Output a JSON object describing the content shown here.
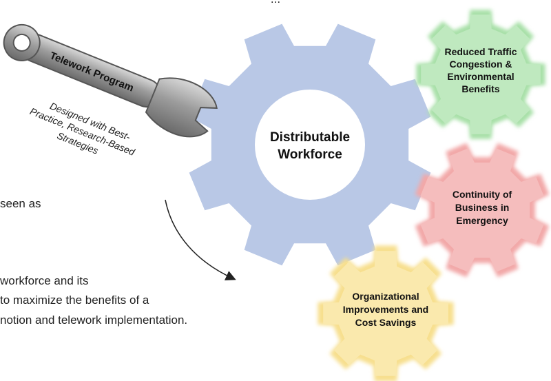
{
  "top_text_partial": "...",
  "center_gear": {
    "label_line1": "Distributable",
    "label_line2": "Workforce",
    "color": "#b9c8e6"
  },
  "wrench": {
    "label": "Telework Program",
    "subtitle_lines": [
      "Designed with Best-",
      "Practice, Research-Based",
      "Strategies"
    ]
  },
  "gears": [
    {
      "lines": [
        "Reduced Traffic",
        "Congestion &",
        "Environmental",
        "Benefits"
      ],
      "color": "#a8e0a8"
    },
    {
      "lines": [
        "Continuity of",
        "Business in",
        "Emergency"
      ],
      "color": "#f2a8a8"
    },
    {
      "lines": [
        "Organizational",
        "Improvements and",
        "Cost Savings"
      ],
      "color": "#f7df8e"
    }
  ],
  "body_text": {
    "line1": "seen as",
    "line2": "workforce and its",
    "line3": "to maximize the benefits of a",
    "line4": "notion and telework implementation."
  }
}
